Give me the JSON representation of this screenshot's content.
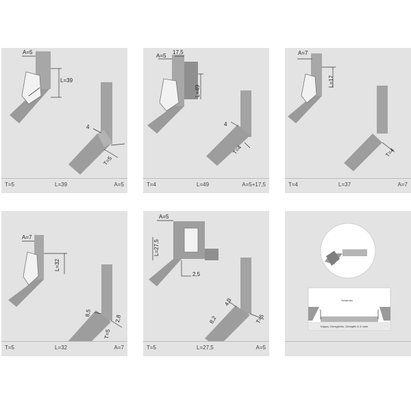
{
  "panels": [
    {
      "labels": {
        "a": "A=5",
        "l": "L=39",
        "t": "T=5",
        "sec": "4"
      },
      "footer": {
        "t": "T=5",
        "l": "L=39",
        "a": "A=5"
      }
    },
    {
      "labels": {
        "a": "A=5",
        "off": "17,5",
        "l": "L=49",
        "t": "T=4",
        "sec": "4"
      },
      "footer": {
        "t": "T=4",
        "l": "L=49",
        "a": "A=5+17,5"
      }
    },
    {
      "labels": {
        "a": "A=7",
        "l": "L=17",
        "t": "T=4"
      },
      "footer": {
        "t": "T=4",
        "l": "L=37",
        "a": "A=7"
      }
    },
    {
      "labels": {
        "a": "A=7",
        "l": "L=32",
        "t": "T=5",
        "d1": "8,5",
        "d2": "2,8"
      },
      "footer": {
        "t": "T=5",
        "l": "L=32",
        "a": "A=7"
      }
    },
    {
      "labels": {
        "a": "A=5",
        "l": "L=27,5",
        "d": "2,5",
        "d1": "4,3",
        "d2": "8,2",
        "t": "T=5"
      },
      "footer": {
        "t": "T=5",
        "l": "L=27,5",
        "a": "A=5"
      }
    },
    {
      "labels": {
        "top": "Scharnier",
        "bottom": "Kappa, Gerzgitchtz, Gerzgitle & 4 nmm"
      }
    }
  ]
}
